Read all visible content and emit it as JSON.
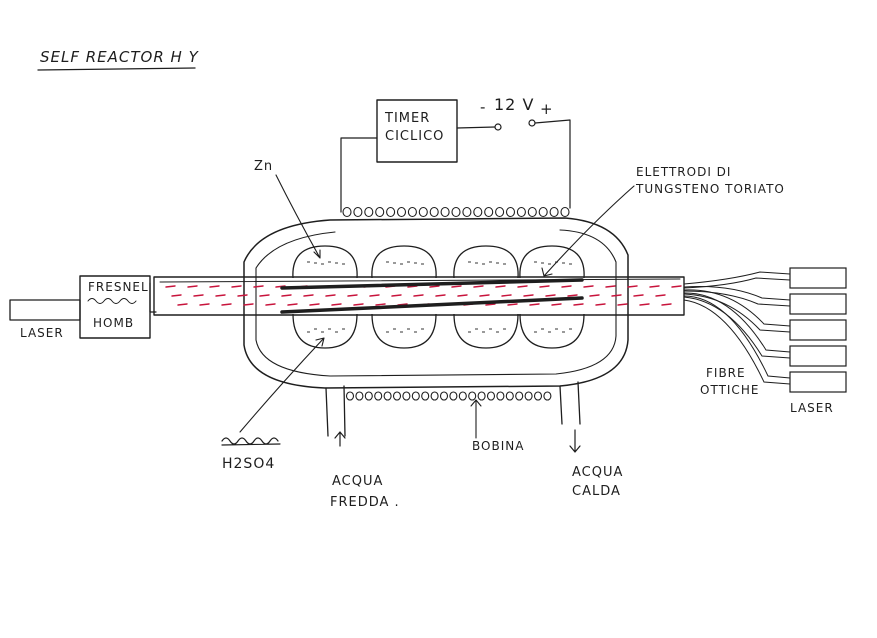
{
  "title": "SELF REACTOR H Y",
  "timer": {
    "line1": "TIMER",
    "line2": "CICLICO"
  },
  "voltage": {
    "minus": "-",
    "value": "12 V",
    "plus": "+"
  },
  "zn_label": "Zn",
  "electrodes": {
    "line1": "ELETTRODI DI",
    "line2": "TUNGSTENO TORIATO"
  },
  "left_laser": "LASER",
  "fresnel": {
    "line1": "FRESNEL",
    "line2": "HOMB"
  },
  "acid": {
    "scribble": "",
    "formula": "H2SO4"
  },
  "cold_water": {
    "line1": "ACQUA",
    "line2": "FREDDA ."
  },
  "coil": "BOBINA",
  "hot_water": {
    "line1": "ACQUA",
    "line2": "CALDA"
  },
  "fibers": {
    "line1": "FIBRE",
    "line2": "OTTICHE"
  },
  "right_laser": "LASER",
  "colors": {
    "ink": "#1e1e1e",
    "beam": "#c8143c",
    "paper": "#ffffff"
  }
}
